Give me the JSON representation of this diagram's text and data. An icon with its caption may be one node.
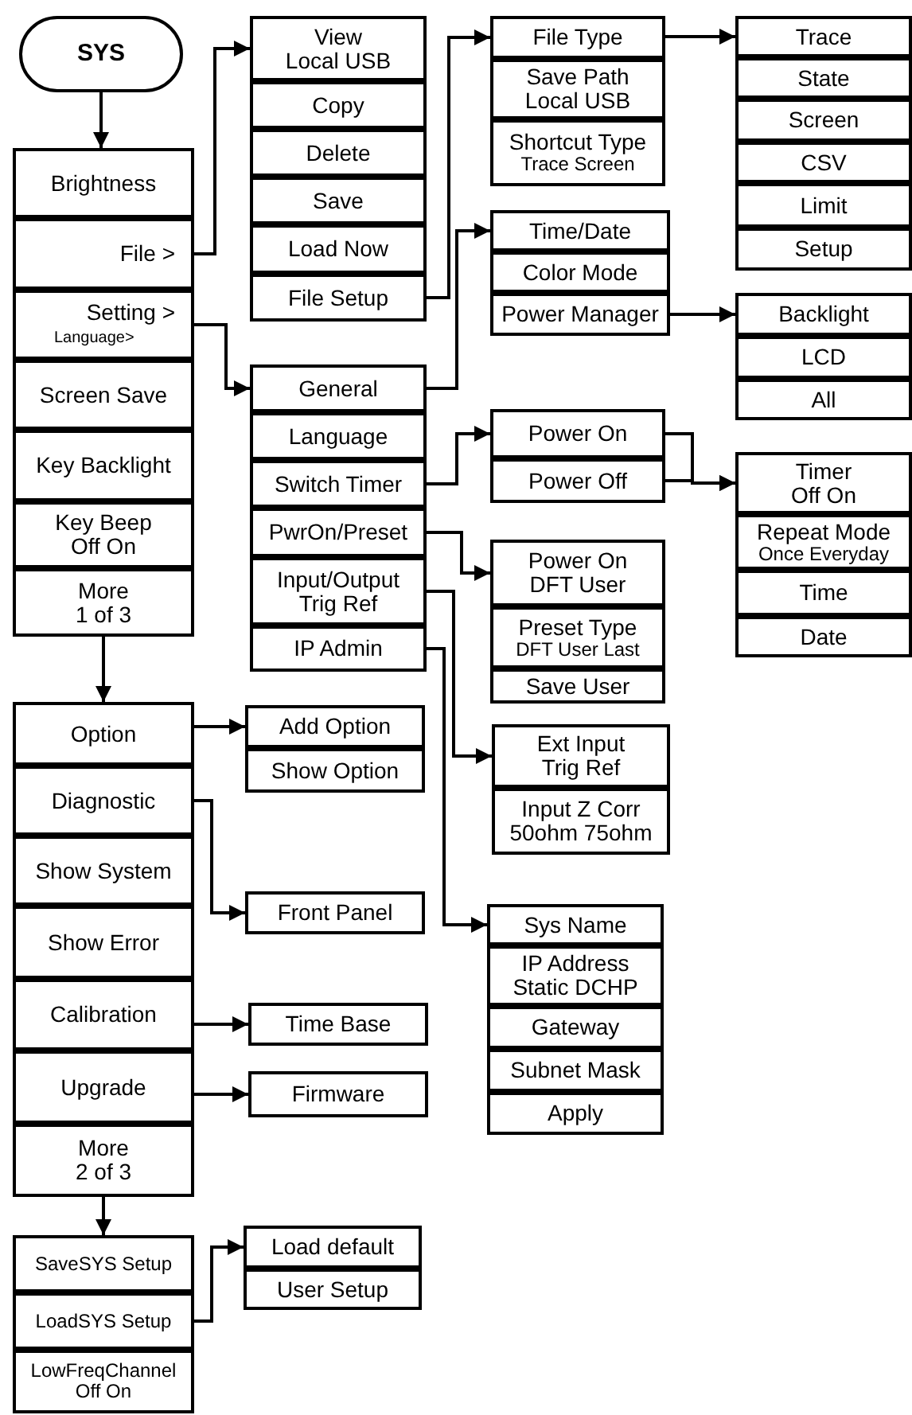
{
  "diagram": {
    "nodes": [
      {
        "text": [
          "SYS"
        ]
      },
      {
        "text": [
          "Brightness"
        ]
      },
      {
        "text": [
          "File >"
        ]
      },
      {
        "text": [
          "Setting >",
          "Language>"
        ]
      },
      {
        "text": [
          "Screen Save"
        ]
      },
      {
        "text": [
          "Key Backlight"
        ]
      },
      {
        "text": [
          "Key Beep",
          "Off On"
        ]
      },
      {
        "text": [
          "More",
          "1 of 3"
        ]
      },
      {
        "text": [
          "View",
          "Local USB"
        ]
      },
      {
        "text": [
          "Copy"
        ]
      },
      {
        "text": [
          "Delete"
        ]
      },
      {
        "text": [
          "Save"
        ]
      },
      {
        "text": [
          "Load Now"
        ]
      },
      {
        "text": [
          "File Setup"
        ]
      },
      {
        "text": [
          "File Type"
        ]
      },
      {
        "text": [
          "Save Path",
          "Local USB"
        ]
      },
      {
        "text": [
          "Shortcut Type",
          "Trace Screen"
        ]
      },
      {
        "text": [
          "Trace"
        ]
      },
      {
        "text": [
          "State"
        ]
      },
      {
        "text": [
          "Screen"
        ]
      },
      {
        "text": [
          "CSV"
        ]
      },
      {
        "text": [
          "Limit"
        ]
      },
      {
        "text": [
          "Setup"
        ]
      },
      {
        "text": [
          "Time/Date"
        ]
      },
      {
        "text": [
          "Color Mode"
        ]
      },
      {
        "text": [
          "Power Manager"
        ]
      },
      {
        "text": [
          "Backlight"
        ]
      },
      {
        "text": [
          "LCD"
        ]
      },
      {
        "text": [
          "All"
        ]
      },
      {
        "text": [
          "General"
        ]
      },
      {
        "text": [
          "Language"
        ]
      },
      {
        "text": [
          "Switch Timer"
        ]
      },
      {
        "text": [
          "PwrOn/Preset"
        ]
      },
      {
        "text": [
          "Input/Output",
          "Trig Ref"
        ]
      },
      {
        "text": [
          "IP Admin"
        ]
      },
      {
        "text": [
          "Power On"
        ]
      },
      {
        "text": [
          "Power Off"
        ]
      },
      {
        "text": [
          "Timer",
          "Off On"
        ]
      },
      {
        "text": [
          "Repeat Mode",
          "Once Everyday"
        ]
      },
      {
        "text": [
          "Time"
        ]
      },
      {
        "text": [
          "Date"
        ]
      },
      {
        "text": [
          "Power On",
          "DFT User"
        ]
      },
      {
        "text": [
          "Preset Type",
          "DFT User Last"
        ]
      },
      {
        "text": [
          "Save User"
        ]
      },
      {
        "text": [
          "Ext Input",
          "Trig Ref"
        ]
      },
      {
        "text": [
          "Input Z Corr",
          "50ohm 75ohm"
        ]
      },
      {
        "text": [
          "Sys Name"
        ]
      },
      {
        "text": [
          "IP Address",
          "Static DCHP"
        ]
      },
      {
        "text": [
          "Gateway"
        ]
      },
      {
        "text": [
          "Subnet Mask"
        ]
      },
      {
        "text": [
          "Apply"
        ]
      },
      {
        "text": [
          "Option"
        ]
      },
      {
        "text": [
          "Diagnostic"
        ]
      },
      {
        "text": [
          "Show System"
        ]
      },
      {
        "text": [
          "Show Error"
        ]
      },
      {
        "text": [
          "Calibration"
        ]
      },
      {
        "text": [
          "Upgrade"
        ]
      },
      {
        "text": [
          "More",
          "2 of 3"
        ]
      },
      {
        "text": [
          "Add Option"
        ]
      },
      {
        "text": [
          "Show Option"
        ]
      },
      {
        "text": [
          "Front Panel"
        ]
      },
      {
        "text": [
          "Time Base"
        ]
      },
      {
        "text": [
          "Firmware"
        ]
      },
      {
        "text": [
          "SaveSYS Setup"
        ]
      },
      {
        "text": [
          "LoadSYS Setup"
        ]
      },
      {
        "text": [
          "LowFreqChannel",
          "Off On"
        ]
      },
      {
        "text": [
          "Load default"
        ]
      },
      {
        "text": [
          "User Setup"
        ]
      }
    ],
    "edges": [
      {
        "from": 0,
        "to": 1,
        "arrow": "to"
      },
      {
        "from": 2,
        "to": 8,
        "arrow": "to"
      },
      {
        "from": 3,
        "to": 29,
        "arrow": "to"
      },
      {
        "from": 7,
        "to": 51,
        "arrow": "to"
      },
      {
        "from": 13,
        "to": 14,
        "arrow": "to"
      },
      {
        "from": 29,
        "to": 23,
        "arrow": "to"
      },
      {
        "from": 31,
        "to": 35,
        "arrow": "to"
      },
      {
        "from": 32,
        "to": 41,
        "arrow": "to"
      },
      {
        "from": 33,
        "to": 44,
        "arrow": "to"
      },
      {
        "from": 34,
        "to": 46,
        "arrow": "to"
      },
      {
        "from": 14,
        "to": 17,
        "arrow": "to"
      },
      {
        "from": 25,
        "to": 26,
        "arrow": "to"
      },
      {
        "from": 35,
        "to": 37,
        "arrow": "to"
      },
      {
        "from": 36,
        "to": 37,
        "arrow": "to"
      },
      {
        "from": 51,
        "to": 58,
        "arrow": "to"
      },
      {
        "from": 52,
        "to": 60,
        "arrow": "to"
      },
      {
        "from": 55,
        "to": 61,
        "arrow": "to"
      },
      {
        "from": 56,
        "to": 62,
        "arrow": "to"
      },
      {
        "from": 57,
        "to": 63,
        "arrow": "to"
      },
      {
        "from": 64,
        "to": 66,
        "arrow": "to"
      }
    ]
  }
}
